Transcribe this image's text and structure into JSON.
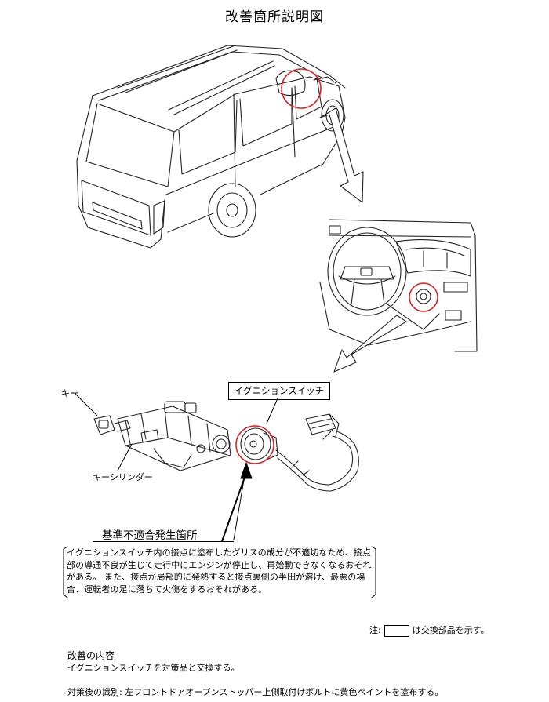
{
  "title": "改善箇所説明図",
  "labels": {
    "key": "キー",
    "key_cylinder": "キーシリンダー",
    "ignition_switch": "イグニションスイッチ",
    "defect_location": "基準不適合発生箇所"
  },
  "description": "イグニションスイッチ内の接点に塗布したグリスの成分が不適切なため、接点部の導通不良が生じて走行中にエンジンが停止し、再始動できなくなるおそれがある。 また、接点が局部的に発熱すると接点裏側の半田が溶け、最悪の場合、運転者の足に落ちて火傷をするおそれがある。",
  "note": {
    "prefix": "注:",
    "suffix": "は交換部品を示す。"
  },
  "improvement": {
    "heading": "改善の内容",
    "body": "イグニションスイッチを対策品と交換する。"
  },
  "identification": "対策後の識別: 左フロントドアオープンストッパー上側取付けボルトに黄色ペイントを塗布する。",
  "colors": {
    "highlight_circle": "#e01e1e",
    "line_art": "#222222"
  }
}
